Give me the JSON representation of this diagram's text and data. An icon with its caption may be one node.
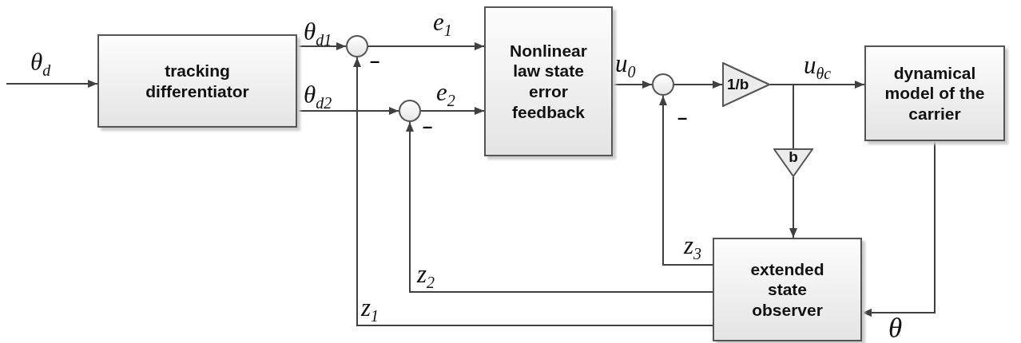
{
  "diagram": {
    "nodes": [
      {
        "text": [
          "tracking differentiator"
        ]
      },
      {
        "text": [
          "Nonlinear law state error feedback"
        ]
      },
      {
        "text": [
          "dynamical model of the carrier"
        ]
      },
      {
        "text": [
          "extended state observer"
        ]
      },
      {
        "text": [],
        "shape": "circle",
        "beside": [
          "–"
        ]
      },
      {
        "text": [],
        "shape": "circle",
        "beside": [
          "–"
        ]
      },
      {
        "text": [],
        "shape": "circle",
        "beside": [
          "–"
        ]
      },
      {
        "text": [
          "1/b"
        ]
      },
      {
        "text": [
          "b"
        ]
      }
    ],
    "edges": [
      {
        "from": null,
        "to": 0,
        "arrow": "to",
        "label": "θ$_{d}$"
      },
      {
        "from": 0,
        "to": 4,
        "arrow": "to",
        "label": "θ$_{d1}$"
      },
      {
        "from": 0,
        "to": 5,
        "arrow": "to",
        "label": "θ$_{d2}$"
      },
      {
        "from": 4,
        "to": 1,
        "arrow": "to",
        "label": "e$_{1}$"
      },
      {
        "from": 5,
        "to": 1,
        "arrow": "to",
        "label": "e$_{2}$"
      },
      {
        "from": 1,
        "to": 6,
        "arrow": "to",
        "label": "u$_{0}$"
      },
      {
        "from": 6,
        "to": 7,
        "arrow": "to"
      },
      {
        "from": 7,
        "to": 2,
        "arrow": "to",
        "label": "u$_{θc}$"
      },
      {
        "from": 7,
        "to": 8,
        "arrow": "none"
      },
      {
        "from": 8,
        "to": 3,
        "arrow": "to"
      },
      {
        "from": 2,
        "to": 3,
        "arrow": "to",
        "label": "θ"
      },
      {
        "from": 3,
        "to": 6,
        "arrow": "to",
        "label": "z$_{3}$"
      },
      {
        "from": 3,
        "to": 5,
        "arrow": "to",
        "label": "z$_{2}$"
      },
      {
        "from": 3,
        "to": 4,
        "arrow": "to",
        "label": "z$_{1}$"
      }
    ]
  }
}
